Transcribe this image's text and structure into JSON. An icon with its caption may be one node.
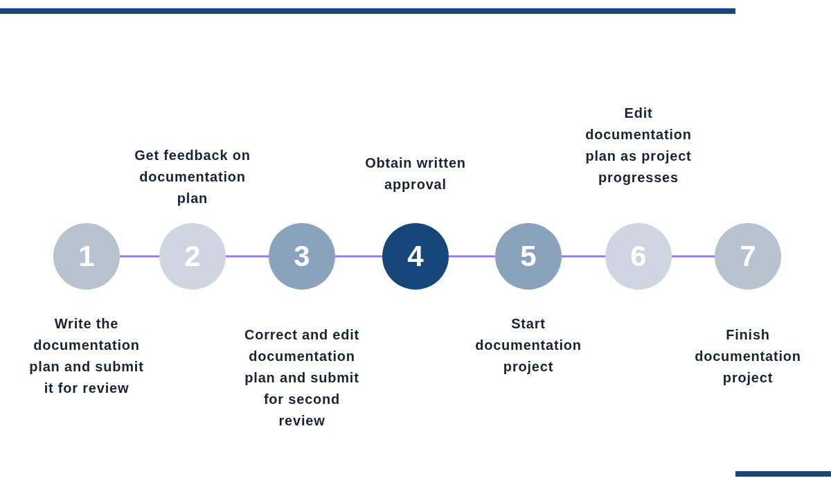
{
  "diagram": {
    "nodes": [
      {
        "text": [
          "1"
        ],
        "beside": [
          "Write the documentation plan and submit it for review"
        ]
      },
      {
        "text": [
          "2"
        ],
        "beside": [
          "Get feedback on documentation plan"
        ]
      },
      {
        "text": [
          "3"
        ],
        "beside": [
          "Correct and edit documentation plan and submit for second review"
        ]
      },
      {
        "text": [
          "4"
        ],
        "beside": [
          "Obtain written approval"
        ]
      },
      {
        "text": [
          "5"
        ],
        "beside": [
          "Start documentation project"
        ]
      },
      {
        "text": [
          "6"
        ],
        "beside": [
          "Edit documentation plan as project progresses"
        ]
      },
      {
        "text": [
          "7"
        ],
        "beside": [
          "Finish documentation project"
        ]
      }
    ],
    "edges": [
      {
        "from": 0,
        "to": 1,
        "arrow": "none"
      },
      {
        "from": 1,
        "to": 2,
        "arrow": "none"
      },
      {
        "from": 2,
        "to": 3,
        "arrow": "none"
      },
      {
        "from": 3,
        "to": 4,
        "arrow": "none"
      },
      {
        "from": 4,
        "to": 5,
        "arrow": "none"
      },
      {
        "from": 5,
        "to": 6,
        "arrow": "none"
      }
    ]
  }
}
